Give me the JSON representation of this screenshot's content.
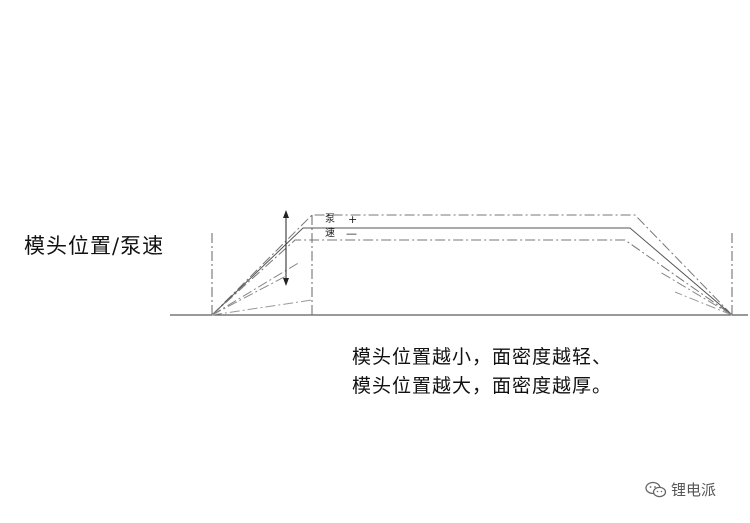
{
  "diagram": {
    "side_label": "模头位置/泵速",
    "pump_label_top": "泵",
    "pump_label_bottom": "速",
    "plus_sign": "+",
    "minus_sign": "—"
  },
  "caption": {
    "line1": "模头位置越小，面密度越轻、",
    "line2": "模头位置越大，面密度越厚。"
  },
  "watermark": {
    "text": "锂电派",
    "icon": "wechat-icon"
  }
}
